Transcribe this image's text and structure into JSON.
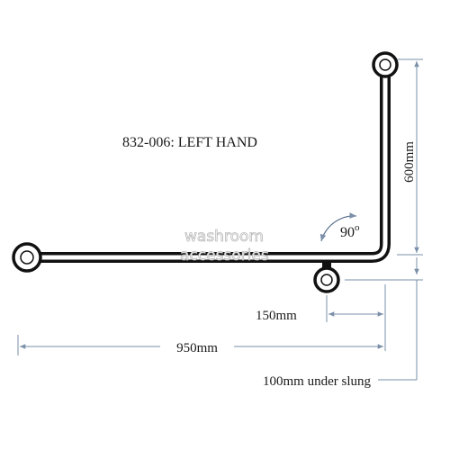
{
  "title": "832-006: LEFT HAND",
  "angle": {
    "value": "90",
    "unit": "o"
  },
  "dimensions": {
    "height": "600mm",
    "offset": "150mm",
    "length": "950mm",
    "underslung": "100mm under slung"
  },
  "watermark": {
    "line1": "washroom",
    "line2": "accessories"
  },
  "colors": {
    "dimension": "#7a8fa8",
    "bar": "#111111"
  }
}
